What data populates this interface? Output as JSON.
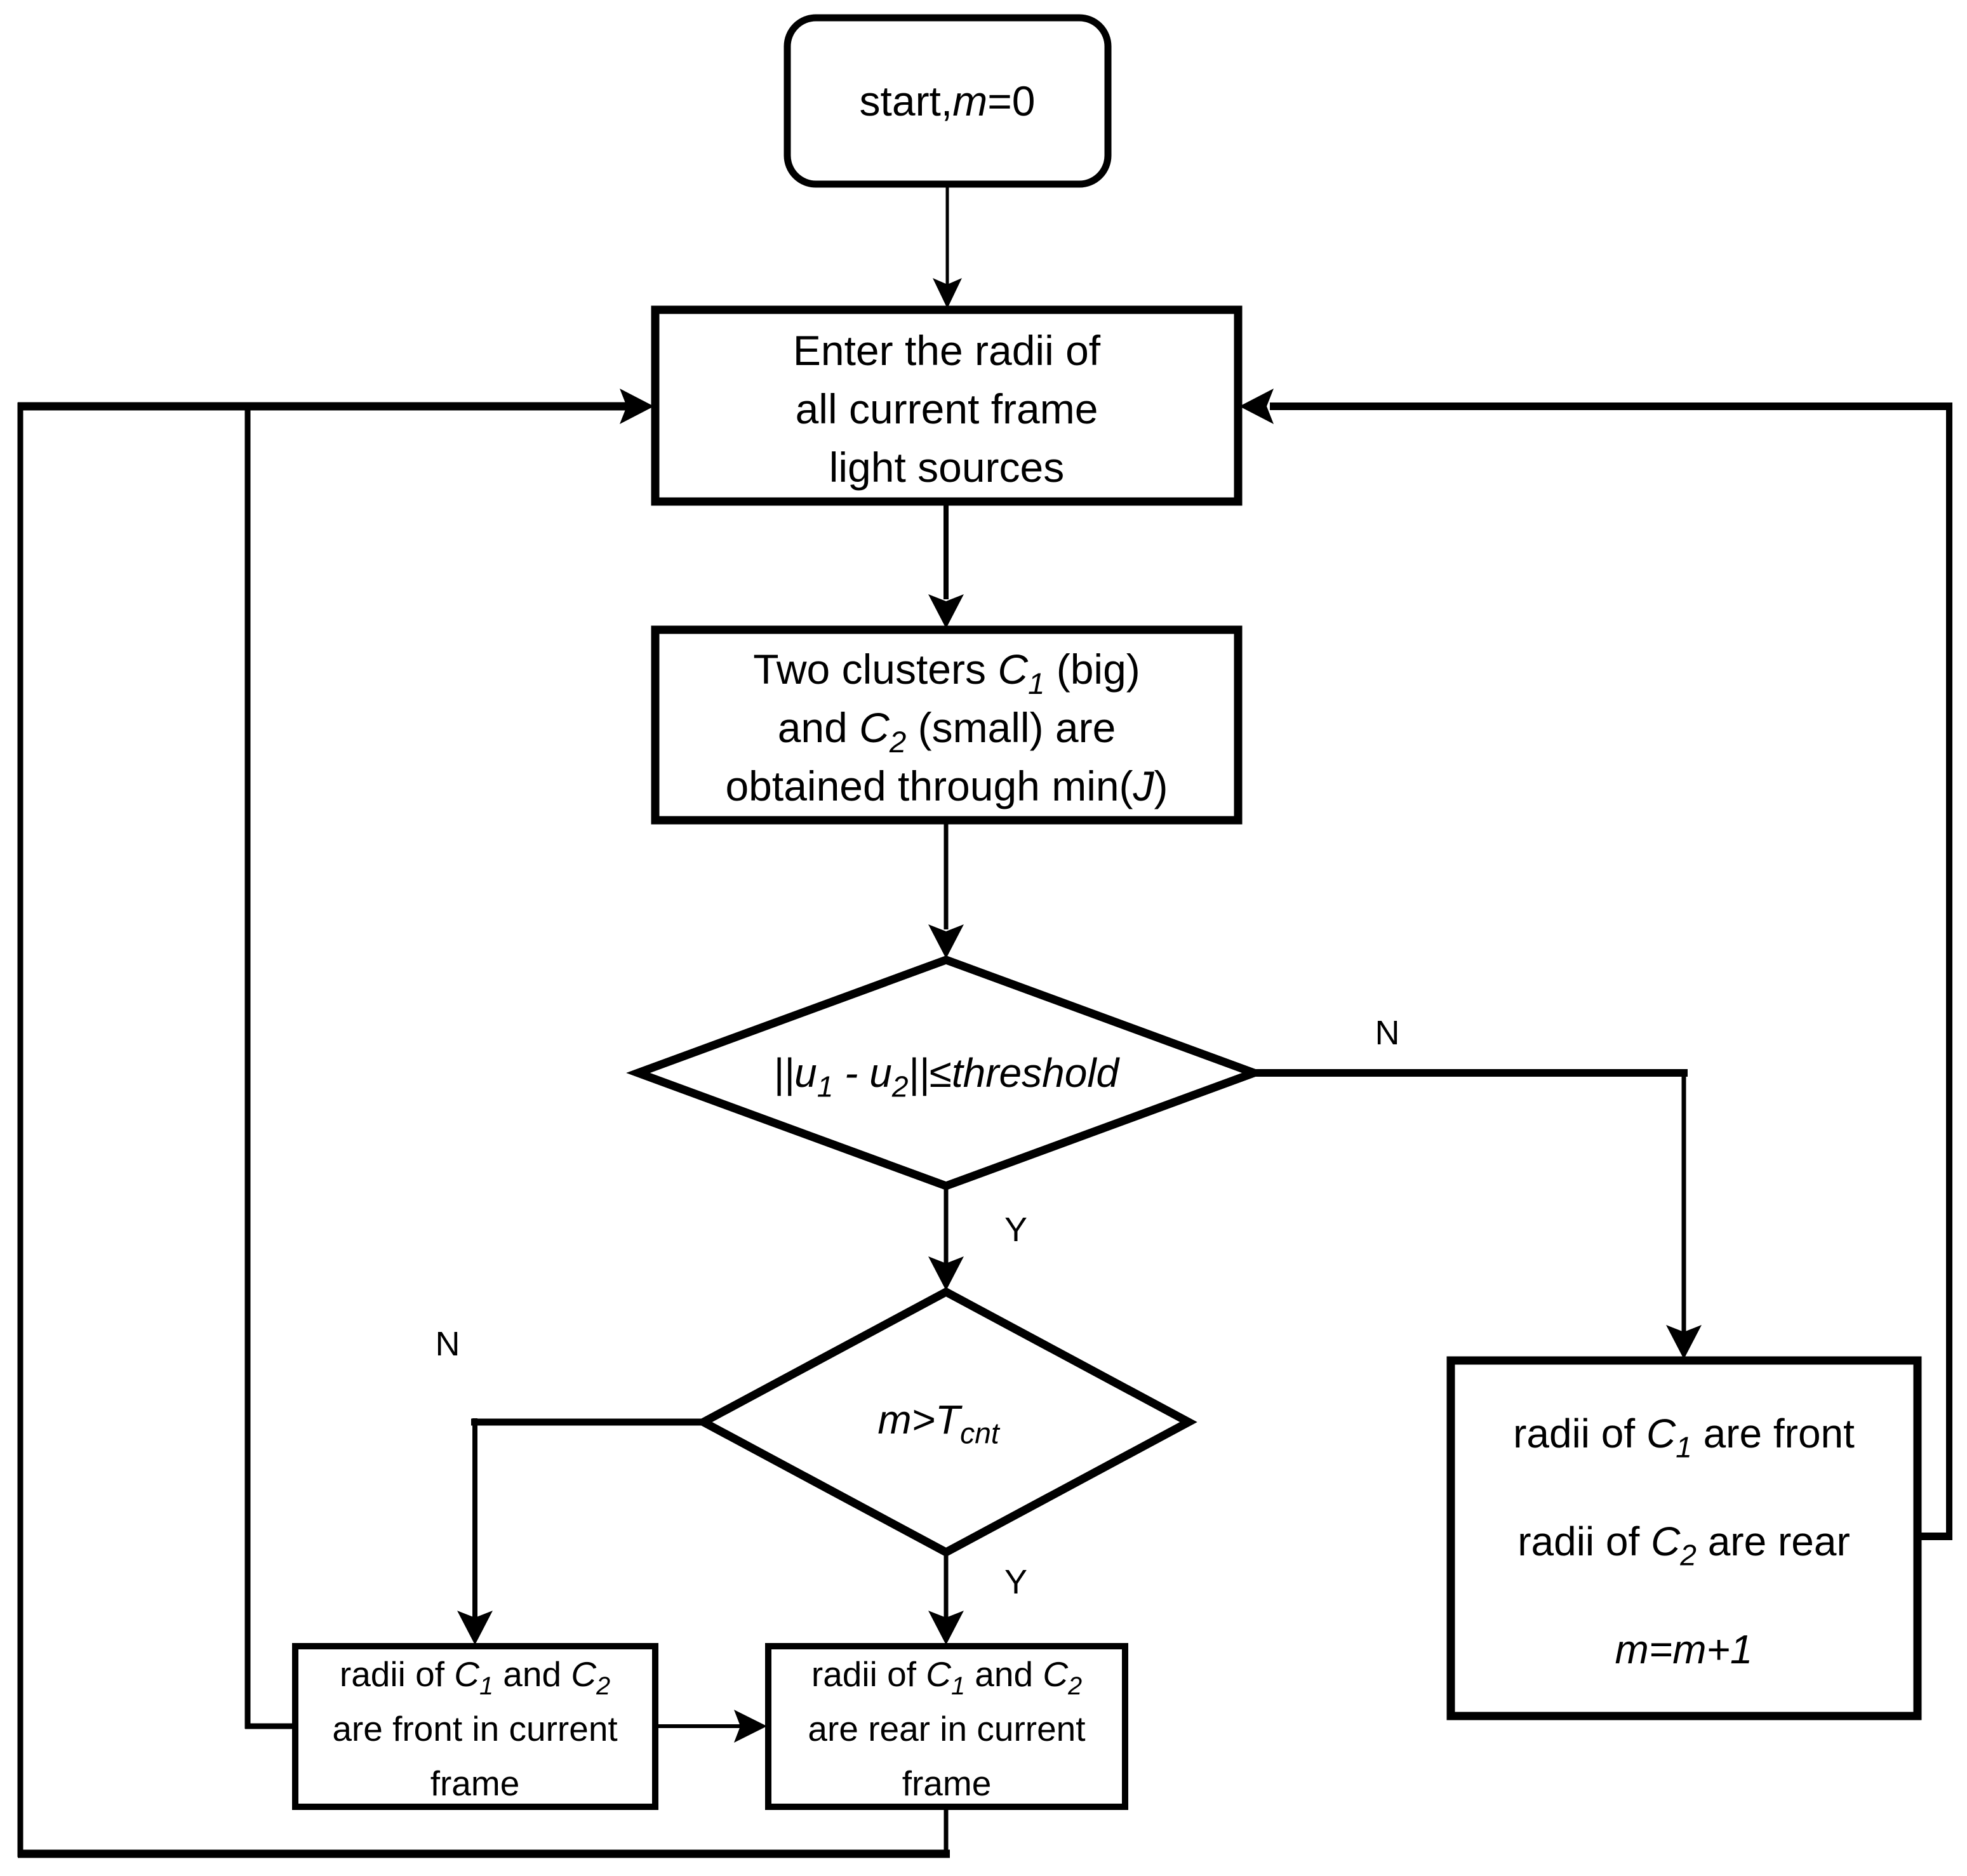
{
  "figure": {
    "type": "flowchart",
    "background_color": "#ffffff",
    "line_color": "#000000",
    "nodes": {
      "start": {
        "shape": "rounded-rect",
        "text": "start,m=0",
        "rich": [
          [
            {
              "t": "start,"
            },
            {
              "t": "m",
              "i": true
            },
            {
              "t": "=0"
            }
          ]
        ]
      },
      "enter": {
        "shape": "rect",
        "text": "Enter the radii of all current frame light sources",
        "rich": [
          [
            {
              "t": "Enter the radii of"
            }
          ],
          [
            {
              "t": "all current frame"
            }
          ],
          [
            {
              "t": "light sources"
            }
          ]
        ]
      },
      "two_clusters": {
        "shape": "rect",
        "text": "Two clusters C1 (big) and C2 (small) are obtained through min(J)",
        "rich": [
          [
            {
              "t": "Two clusters "
            },
            {
              "t": "C",
              "i": true
            },
            {
              "t": "1",
              "i": true,
              "s": true
            },
            {
              "t": " (big)"
            }
          ],
          [
            {
              "t": "and "
            },
            {
              "t": "C",
              "i": true
            },
            {
              "t": "2",
              "i": true,
              "s": true
            },
            {
              "t": " (small) are"
            }
          ],
          [
            {
              "t": "obtained through min("
            },
            {
              "t": "J",
              "i": true
            },
            {
              "t": ")"
            }
          ]
        ]
      },
      "centroid_check": {
        "shape": "diamond",
        "text": "||u1 - u2||≤threshold",
        "rich": [
          [
            {
              "t": "||",
              "i": true
            },
            {
              "t": "u",
              "i": true
            },
            {
              "t": "1",
              "i": true,
              "s": true
            },
            {
              "t": " - ",
              "i": true
            },
            {
              "t": "u",
              "i": true
            },
            {
              "t": "2",
              "i": true,
              "s": true
            },
            {
              "t": "||≤",
              "i": true
            },
            {
              "t": "threshold",
              "i": true
            }
          ]
        ]
      },
      "count_check": {
        "shape": "diamond",
        "text": "m>Tcnt",
        "rich": [
          [
            {
              "t": "m",
              "i": true
            },
            {
              "t": ">",
              "i": true
            },
            {
              "t": "T",
              "i": true
            },
            {
              "t": "cnt",
              "i": true,
              "s": true
            }
          ]
        ]
      },
      "front_rear_update": {
        "shape": "rect",
        "text": "radii of C1 are front, radii of C2 are rear, m=m+1",
        "rich": [
          [
            {
              "t": "radii of "
            },
            {
              "t": "C",
              "i": true
            },
            {
              "t": "1",
              "i": true,
              "s": true
            },
            {
              "t": " are front"
            }
          ],
          [
            {
              "t": "radii of "
            },
            {
              "t": "C",
              "i": true
            },
            {
              "t": "2",
              "i": true,
              "s": true
            },
            {
              "t": " are rear"
            }
          ],
          [
            {
              "t": "m",
              "i": true
            },
            {
              "t": "=",
              "i": true
            },
            {
              "t": "m",
              "i": true
            },
            {
              "t": "+1",
              "i": true
            }
          ]
        ]
      },
      "front_current": {
        "shape": "rect",
        "text": "radii of C1 and C2 are front in current frame",
        "rich": [
          [
            {
              "t": "radii of "
            },
            {
              "t": "C",
              "i": true
            },
            {
              "t": "1",
              "i": true,
              "s": true
            },
            {
              "t": " and "
            },
            {
              "t": "C",
              "i": true
            },
            {
              "t": "2",
              "i": true,
              "s": true
            }
          ],
          [
            {
              "t": "are front in current"
            }
          ],
          [
            {
              "t": "frame"
            }
          ]
        ]
      },
      "rear_current": {
        "shape": "rect",
        "text": "radii of C1 and C2 are rear in current frame",
        "rich": [
          [
            {
              "t": "radii of "
            },
            {
              "t": "C",
              "i": true
            },
            {
              "t": "1",
              "i": true,
              "s": true
            },
            {
              "t": " and "
            },
            {
              "t": "C",
              "i": true
            },
            {
              "t": "2",
              "i": true,
              "s": true
            }
          ],
          [
            {
              "t": "are rear in current"
            }
          ],
          [
            {
              "t": "frame"
            }
          ]
        ]
      }
    },
    "branch_labels": {
      "centroid_no": "N",
      "centroid_yes": "Y",
      "count_no": "N",
      "count_yes": "Y"
    },
    "edges": [
      {
        "from": "start",
        "to": "enter",
        "label": ""
      },
      {
        "from": "enter",
        "to": "two_clusters",
        "label": ""
      },
      {
        "from": "two_clusters",
        "to": "centroid_check",
        "label": ""
      },
      {
        "from": "centroid_check",
        "to": "count_check",
        "label": "Y"
      },
      {
        "from": "centroid_check",
        "to": "front_rear_update",
        "label": "N"
      },
      {
        "from": "front_rear_update",
        "to": "enter",
        "label": ""
      },
      {
        "from": "count_check",
        "to": "front_current",
        "label": "N"
      },
      {
        "from": "count_check",
        "to": "rear_current",
        "label": "Y"
      },
      {
        "from": "front_current",
        "to": "rear_current",
        "label": ""
      },
      {
        "from": "front_current",
        "to": "enter",
        "label": ""
      },
      {
        "from": "rear_current",
        "to": "enter",
        "label": ""
      }
    ]
  }
}
